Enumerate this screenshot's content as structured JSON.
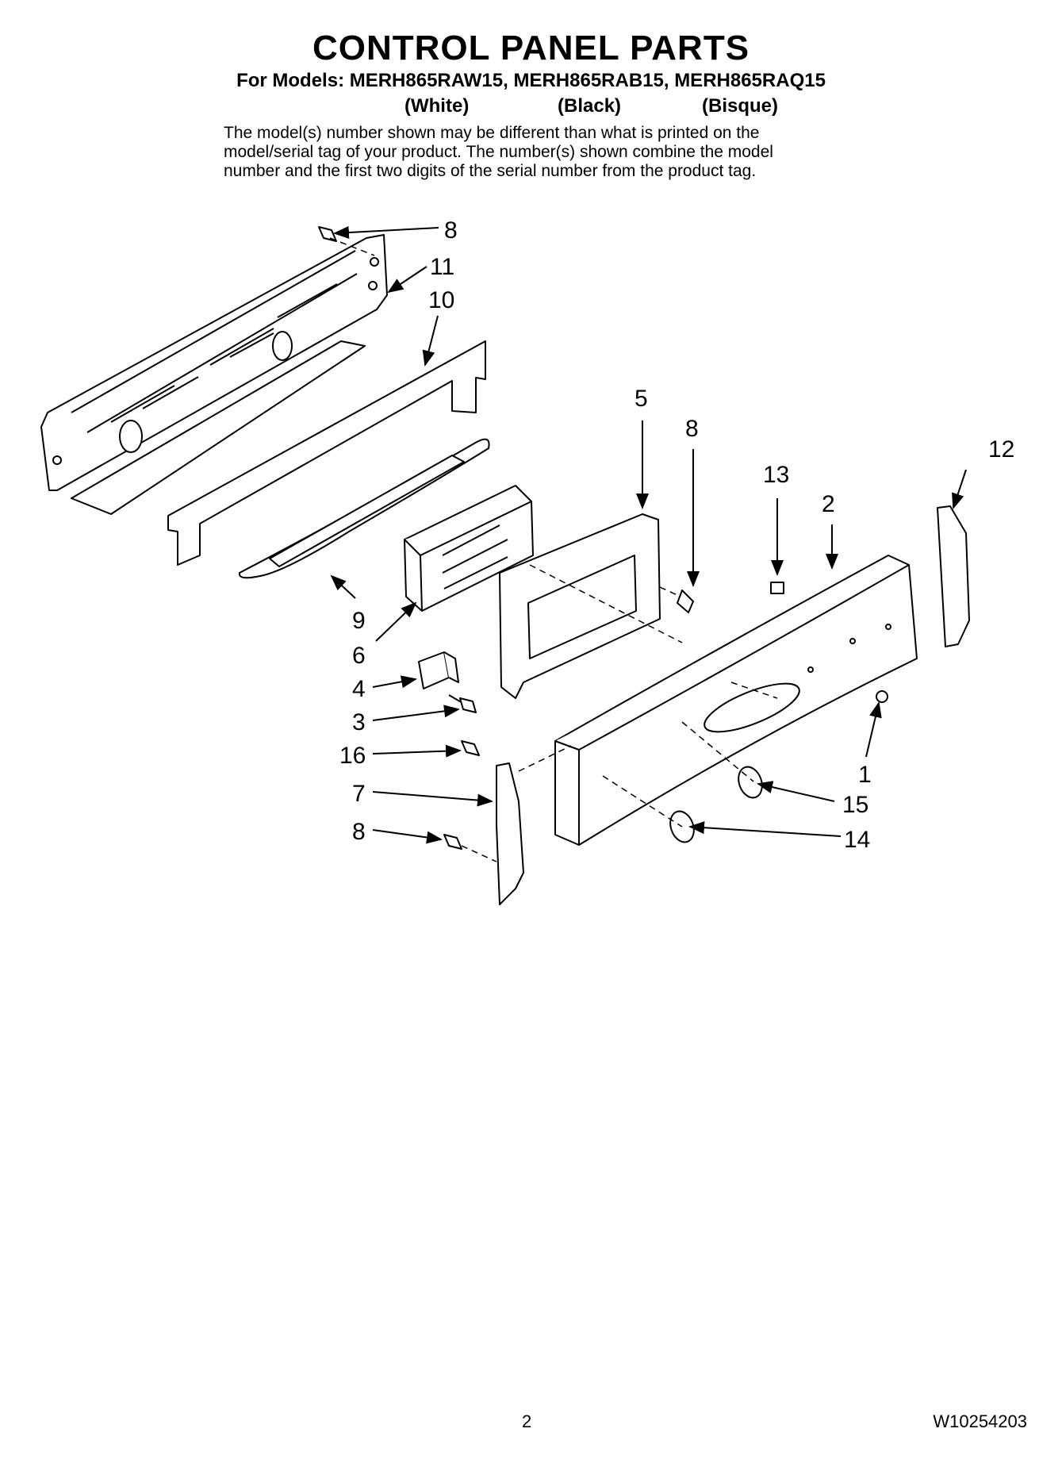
{
  "header": {
    "title": "CONTROL PANEL PARTS",
    "models_line": "For Models: MERH865RAW15, MERH865RAB15, MERH865RAQ15",
    "colors": [
      "(White)",
      "(Black)",
      "(Bisque)"
    ],
    "note_lines": [
      "The model(s) number shown may be different than what is printed on the",
      "model/serial tag of your product. The number(s) shown combine the model",
      "number and the first two digits of the serial number from the product tag."
    ]
  },
  "callouts": {
    "c8a": "8",
    "c11": "11",
    "c10": "10",
    "c5": "5",
    "c8b": "8",
    "c12": "12",
    "c13": "13",
    "c2": "2",
    "c9": "9",
    "c6": "6",
    "c4": "4",
    "c3": "3",
    "c16": "16",
    "c7": "7",
    "c8c": "8",
    "c1": "1",
    "c15": "15",
    "c14": "14"
  },
  "footer": {
    "page": "2",
    "doc_number": "W10254203"
  }
}
